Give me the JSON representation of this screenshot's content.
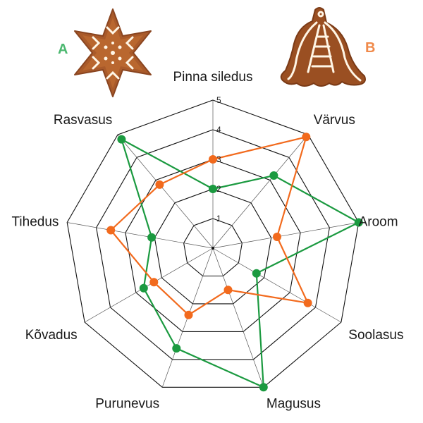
{
  "cookies": [
    {
      "label": "A",
      "color": "#4cb870",
      "icon": "star-gingerbread-cookie"
    },
    {
      "label": "B",
      "color": "#f08a4b",
      "icon": "bell-gingerbread-cookie"
    }
  ],
  "chart_data": {
    "type": "radar",
    "axes": [
      "Pinna siledus",
      "Värvus",
      "Aroom",
      "Soolasus",
      "Magusus",
      "Purunevus",
      "Kõvadus",
      "Tihedus",
      "Rasvasus"
    ],
    "ticks": [
      "1",
      "2",
      "3",
      "4",
      "5"
    ],
    "range": [
      0,
      5
    ],
    "series": [
      {
        "name": "A",
        "color": "#1b9a40",
        "values": [
          2,
          3.2,
          5,
          1.7,
          5,
          3.6,
          2.7,
          2.1,
          4.8
        ]
      },
      {
        "name": "B",
        "color": "#f26a1d",
        "values": [
          3,
          4.9,
          2.2,
          3.7,
          1.5,
          2.4,
          2.3,
          3.5,
          2.8
        ]
      }
    ],
    "grid": true
  }
}
